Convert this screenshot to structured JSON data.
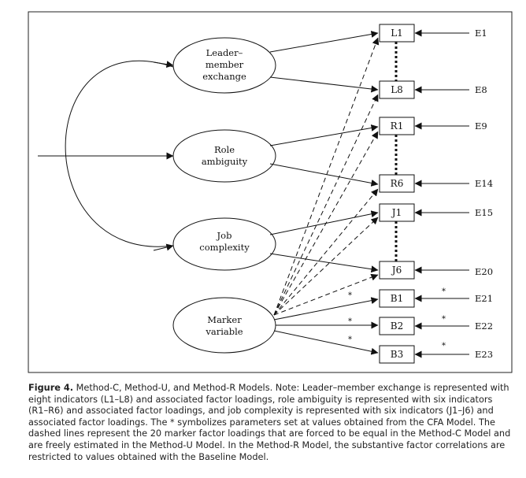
{
  "factors": {
    "lmx": [
      "Leader–",
      "member",
      "exchange"
    ],
    "role": [
      "Role",
      "ambiguity"
    ],
    "job": [
      "Job",
      "complexity"
    ],
    "marker": [
      "Marker",
      "variable"
    ]
  },
  "indicators": {
    "L1": "L1",
    "L8": "L8",
    "R1": "R1",
    "R6": "R6",
    "J1": "J1",
    "J6": "J6",
    "B1": "B1",
    "B2": "B2",
    "B3": "B3"
  },
  "errors": {
    "E1": "E1",
    "E8": "E8",
    "E9": "E9",
    "E14": "E14",
    "E15": "E15",
    "E20": "E20",
    "E21": "E21",
    "E22": "E22",
    "E23": "E23"
  },
  "star": "*",
  "caption": {
    "label": "Figure 4.",
    "text": " Method-C, Method-U, and Method-R Models. Note: Leader–member exchange is represented with eight indicators (L1–L8) and associated factor loadings, role ambiguity is represented with six indicators (R1–R6) and associated factor loadings, and job complexity is represented with six indicators (J1–J6) and associated factor loadings. The * symbolizes parameters set at values obtained from the CFA Model. The dashed lines represent the 20 marker factor loadings that are forced to be equal in the Method-C Model and are freely estimated in the Method-U Model. In the Method-R Model, the substantive factor correlations are restricted to values obtained with the Baseline Model."
  }
}
